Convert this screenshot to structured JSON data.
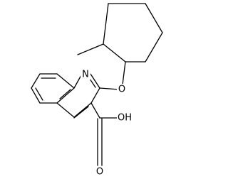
{
  "molecule": {
    "atom_labels": {
      "nitrogen": "N",
      "ether_oxygen": "O",
      "carbonyl_oxygen": "O",
      "hydroxyl": "OH"
    }
  }
}
